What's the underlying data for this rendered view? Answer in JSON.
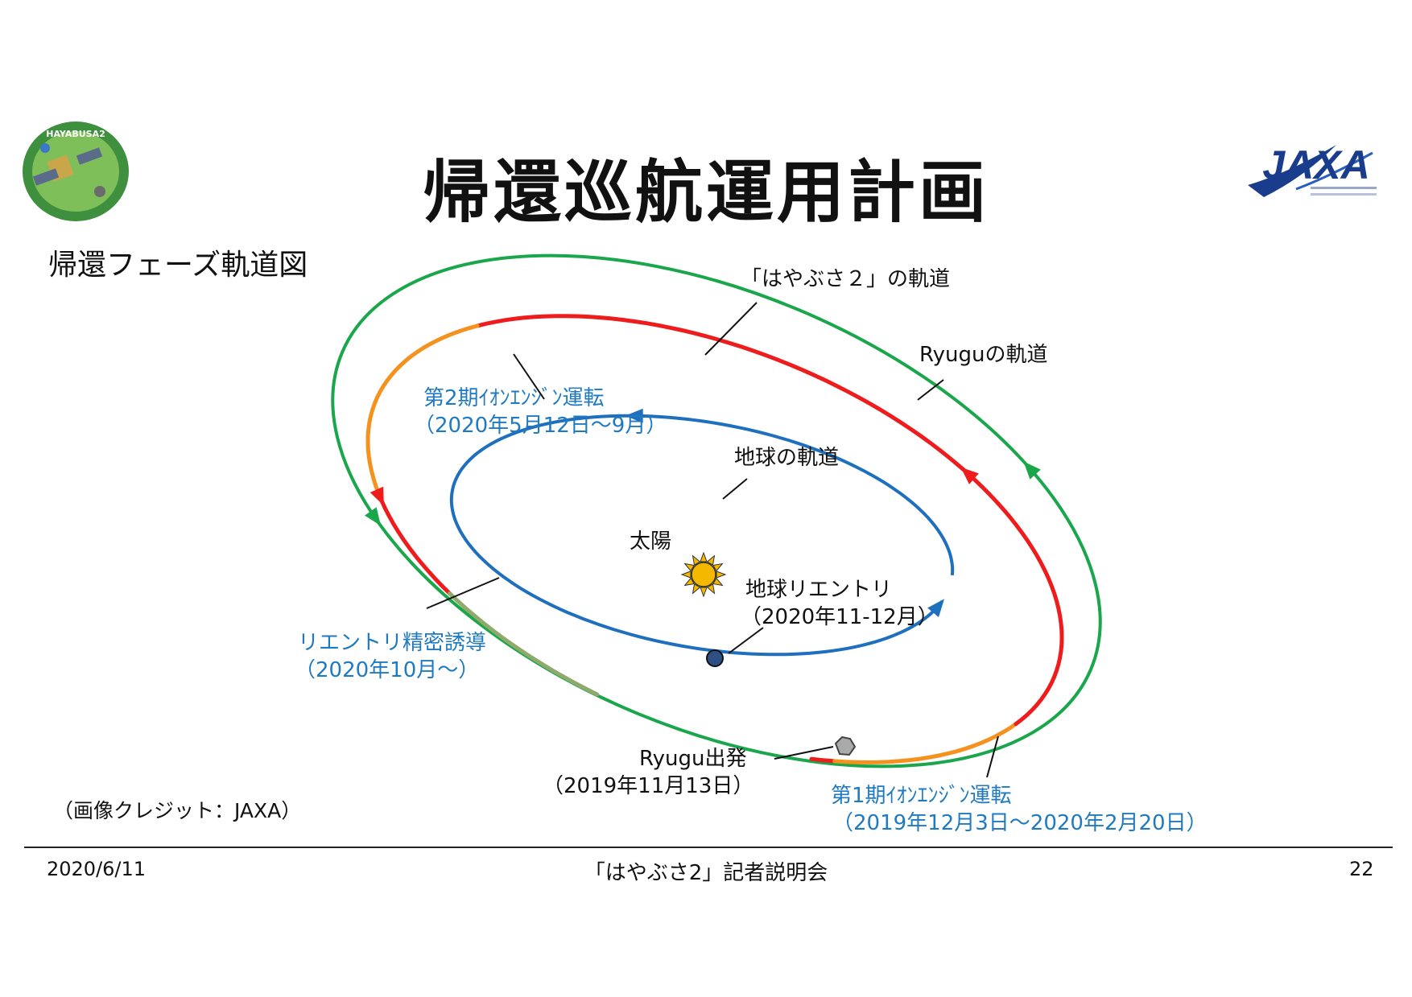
{
  "title": "帰還巡航運用計画",
  "subtitle": "帰還フェーズ軌道図",
  "logos": {
    "mission_patch_text": "HAYABUSA2",
    "agency_logo_text": "JAXA",
    "agency_colors": {
      "primary": "#1a3c8c",
      "accent": "#2b5fbf"
    },
    "patch_colors": {
      "ring": "#3e8f3e",
      "fill": "#7fbf5a"
    }
  },
  "labels": {
    "hayabusa_orbit": "「はやぶさ２」の軌道",
    "ryugu_orbit": "Ryuguの軌道",
    "earth_orbit": "地球の軌道",
    "sun": "太陽",
    "phase2_title": "第2期ｲｵﾝｴﾝｼﾞﾝ運転",
    "phase2_dates": "（2020年5月12日～9月）",
    "reentry_title": "地球リエントリ",
    "reentry_dates": "（2020年11-12月）",
    "guidance_title": "リエントリ精密誘導",
    "guidance_dates": "（2020年10月～）",
    "departure_title": "Ryugu出発",
    "departure_dates": "（2019年11月13日）",
    "phase1_title": "第1期ｲｵﾝｴﾝｼﾞﾝ運転",
    "phase1_dates": "（2019年12月3日～2020年2月20日）"
  },
  "colors": {
    "ryugu_orbit": "#1aa64a",
    "earth_orbit": "#1f6fbf",
    "hayabusa_coast": "#ee1c1c",
    "ion_engine": "#f5921e",
    "guidance": "#8faa6a",
    "sun": "#f5b800"
  },
  "credit": "（画像クレジット：JAXA）",
  "footer": {
    "date": "2020/6/11",
    "center": "「はやぶさ2」記者説明会",
    "page": "22"
  }
}
